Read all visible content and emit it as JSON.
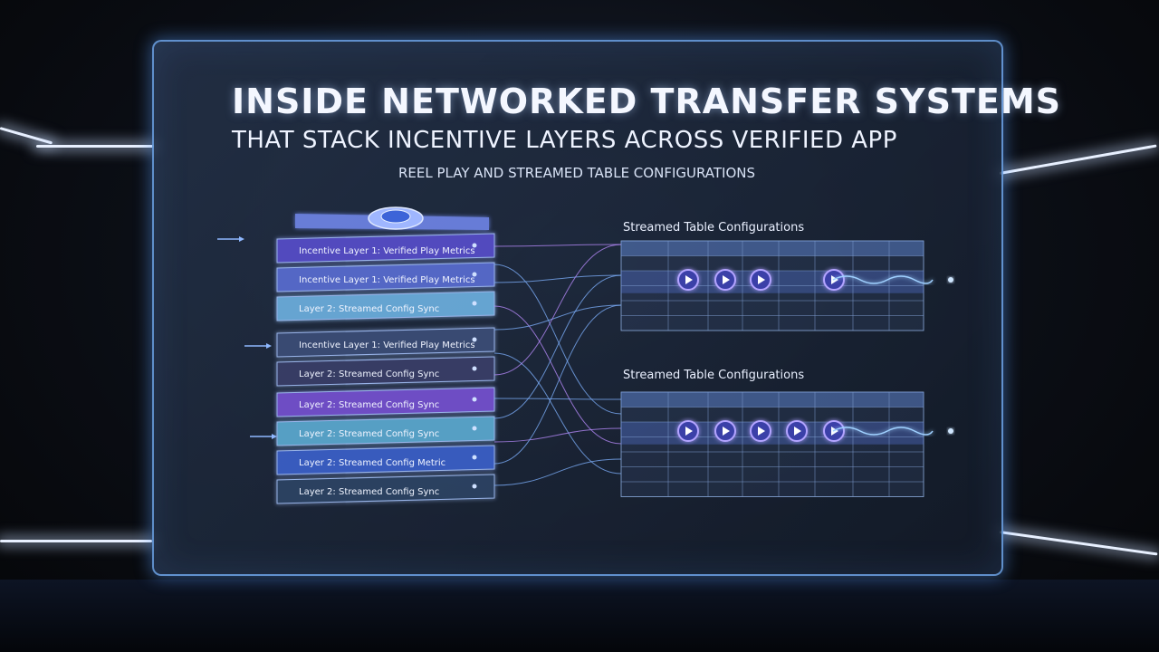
{
  "header": {
    "title": "INSIDE NETWORKED TRANSFER SYSTEMS",
    "subtitle_line1": "THAT STACK INCENTIVE LAYERS ACROSS VERIFIED APP",
    "subtitle_line2": "REEL PLAY AND STREAMED TABLE CONFIGURATIONS"
  },
  "stack": {
    "layers": [
      {
        "label": "Incentive Layer 1: Verified Play Metrics",
        "color": "#5a4fd0"
      },
      {
        "label": "Incentive Layer 1: Verified Play Metrics",
        "color": "#5b6fd8"
      },
      {
        "label": "Layer 2: Streamed Config Sync",
        "color": "#6fb6e6"
      },
      {
        "label": "Incentive Layer 1: Verified Play Metrics",
        "color": "#3d4f7a"
      },
      {
        "label": "Layer 2: Streamed Config Sync",
        "color": "#3a3f6a"
      },
      {
        "label": "Layer 2: Streamed Config Sync",
        "color": "#7a52d8"
      },
      {
        "label": "Layer 2: Streamed Config Sync",
        "color": "#5fb0d8"
      },
      {
        "label": "Layer 2: Streamed Config Metric",
        "color": "#3e63d0"
      },
      {
        "label": "Layer 2: Streamed Config Sync",
        "color": "#2f4566"
      }
    ]
  },
  "tables": [
    {
      "title": "Streamed Table Configurations"
    },
    {
      "title": "Streamed Table Configurations"
    }
  ],
  "colors": {
    "accent": "#6fa8ff",
    "glow": "#9ec8ff",
    "play": "#8f7cff"
  }
}
